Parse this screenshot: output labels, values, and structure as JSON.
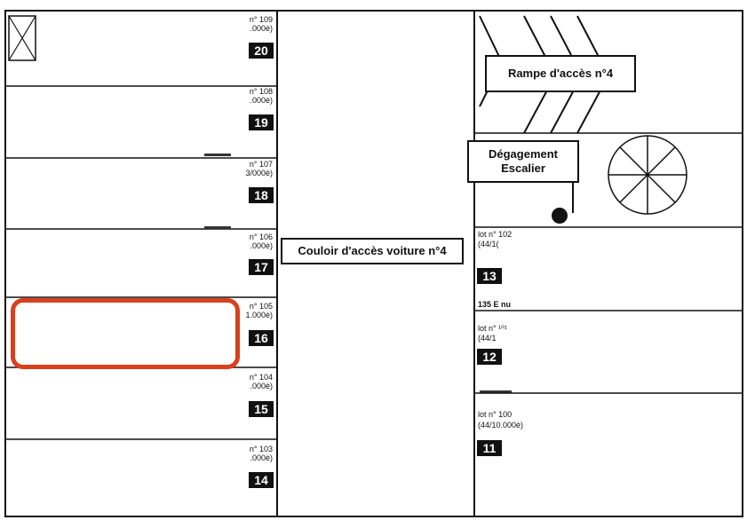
{
  "left_stalls": [
    {
      "lot": "n° 109",
      "share": ".000è)",
      "number": "20"
    },
    {
      "lot": "n° 108",
      "share": ".000è)",
      "number": "19"
    },
    {
      "lot": "n° 107",
      "share": "3/000è)",
      "number": "18"
    },
    {
      "lot": "n° 106",
      "share": ".000è)",
      "number": "17"
    },
    {
      "lot": "n° 105",
      "share": "1.000è)",
      "number": "16"
    },
    {
      "lot": "n° 104",
      "share": ".000è)",
      "number": "15"
    },
    {
      "lot": "n° 103",
      "share": ".000è)",
      "number": "14"
    }
  ],
  "right_stalls": [
    {
      "lot": "lot n° 102",
      "share": "(44/1(",
      "number": "13"
    },
    {
      "lot": "lot n° ¹⁰¹",
      "share": "(44/1",
      "number": "12"
    },
    {
      "lot": "lot n° 100",
      "share": "(44/10.000è)",
      "number": "11"
    }
  ],
  "corridor_label": "Couloir d'accès voiture n°4",
  "ramp_label": "Rampe d'accès n°4",
  "stair_label_line1": "Dégagement",
  "stair_label_line2": "Escalier",
  "partial_text": "135 E nu"
}
